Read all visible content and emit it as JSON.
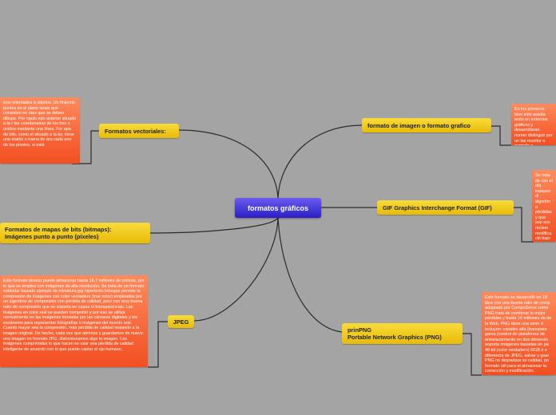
{
  "central": {
    "label": "formatos gráficos"
  },
  "topics": {
    "vectoriales": "Formatos vectoriales:",
    "mapas_bits": "Formatos de mapas de bits (bitmaps):\nImágenes punto a punto (píxeles)",
    "jpeg": "JPEG",
    "imagen_grafico": "formato de imagen  o formato grafico",
    "gif": "GIF Graphics Interchange Format (GIF)",
    "png": "prinPNG\n   Portable Network Graphics (PNG)"
  },
  "notes": {
    "vectoriales": "icos orientados a objetos. Un finiendo puntos en el plano lanas que consisten en ntes que se deben dibujar. Por ngulo rojo anterior situado a la r las coordenadas de los tres s unidos mediante una línea. For apa de bits, como el situado a la ior, tiene una matriz o trama de ara cada uno de los píxeles, si está",
    "jpeg": "Este formato binario puede almacenar hasta 16,7 millones de colores, por lo que se emplea con imágenes de alta resolución. Se trata de un formato estándar basado  ejemplo de miniatura jpg hipertexto.Inhoque permite la compresión de imágenes con color verdadero (true color) empleadas por un algoritmo de compresión con pérdida de calidad, pero con muy buena ratio de compresión que no soporta en capas ni transparencias. Las imágenes en color real se pueden comprimir y por eso se utiliza normalmente en las imágenes tomadas por las cámaras digitales y los escáneres para representar fotografías o imágenes del mundo real. Cuanto mayor sea la compresión, más pérdida de calidad respecto a la imagen original. De hecho, cada vez que abrimos y guardamos de nuevo una imagen en formato JPG, distorsionamos algo la imagen. Las imágenes comprimidas lo que hacen es usar una pérdida de calidad inteligente de acuerdo con lo que puede captar el ojo humano.",
    "imagen_grafico": "En los primeros tiem sólo asistía texto en entornos gráficos y desarrollaran numer distinguir por un las monitor o pantalla e almacenan y proces",
    "gif": "Se trata de con el obj independi algoritmo pérdidas y que sop son reclam modificació bajo licenc han conce uso e cier popularid por todos",
    "png": "Este formato se desarrolló en 19 libre con una buena ratio de comp adoptado por CompuServe como PNG trata de combinar lo mejor pérdidas y hasta 16 millones de de la Web, PNG tiene una serie d incluyen: canales alfa (transpare gama (control de plataforma de entrelazamiento en dos dimensio soporta imágenes basadas en pa 48 bit (color verdadero) RGB o e diferencia de JPEG, salvar y guar PNG no degradara su calidad, po formato útil para el almacenar la corrección y modificación."
  },
  "colors": {
    "background": "#a4a4a4",
    "central": "#3a2de0",
    "topic": "#f2cc19",
    "note": "#f56a3c",
    "line": "#2b2b2b"
  }
}
